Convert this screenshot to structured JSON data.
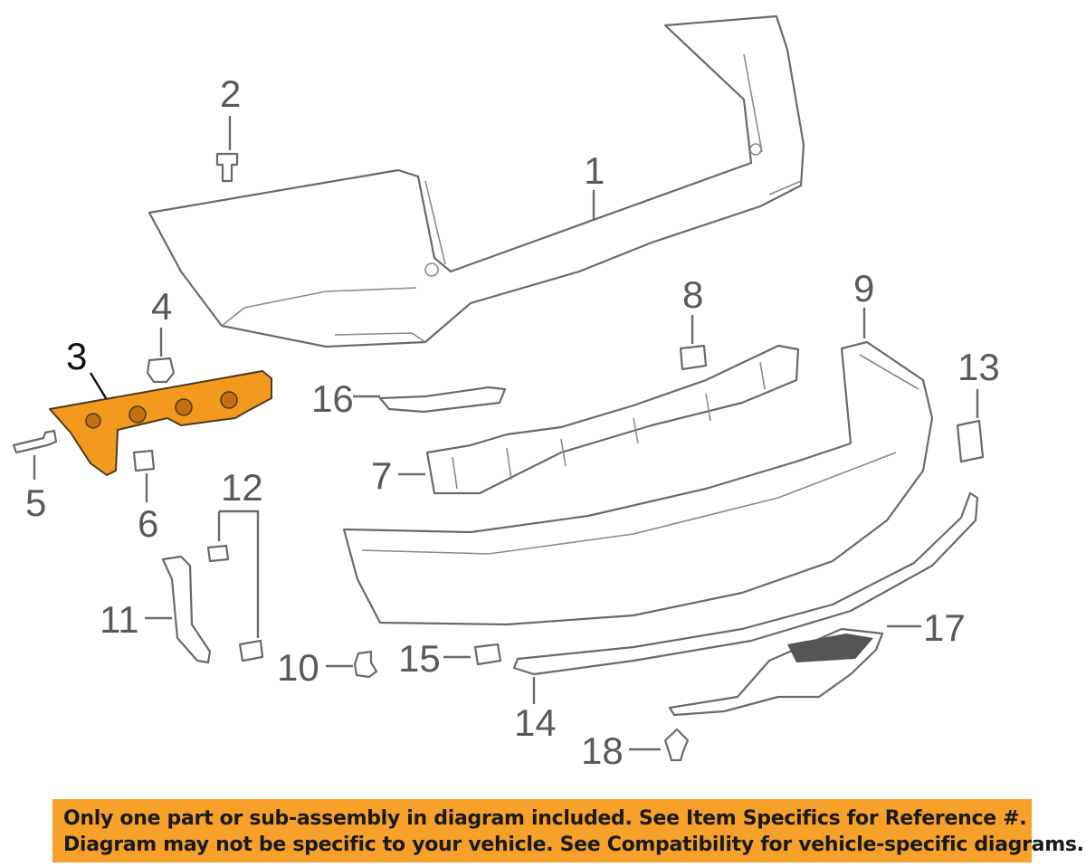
{
  "callouts": [
    {
      "number": "1",
      "highlighted": false
    },
    {
      "number": "2",
      "highlighted": false
    },
    {
      "number": "3",
      "highlighted": true
    },
    {
      "number": "4",
      "highlighted": false
    },
    {
      "number": "5",
      "highlighted": false
    },
    {
      "number": "6",
      "highlighted": false
    },
    {
      "number": "7",
      "highlighted": false
    },
    {
      "number": "8",
      "highlighted": false
    },
    {
      "number": "9",
      "highlighted": false
    },
    {
      "number": "10",
      "highlighted": false
    },
    {
      "number": "11",
      "highlighted": false
    },
    {
      "number": "12",
      "highlighted": false
    },
    {
      "number": "13",
      "highlighted": false
    },
    {
      "number": "14",
      "highlighted": false
    },
    {
      "number": "15",
      "highlighted": false
    },
    {
      "number": "16",
      "highlighted": false
    },
    {
      "number": "17",
      "highlighted": false
    },
    {
      "number": "18",
      "highlighted": false
    }
  ],
  "notice": {
    "line1": "Only one part or sub-assembly in diagram included. See Item Specifics for Reference #.",
    "line2": "Diagram may not be specific to your vehicle. See Compatibility for vehicle-specific diagrams."
  },
  "colors": {
    "highlight_part": "#f39a1e",
    "banner": "#f7a02a",
    "line_art": "#6a6a6a"
  }
}
